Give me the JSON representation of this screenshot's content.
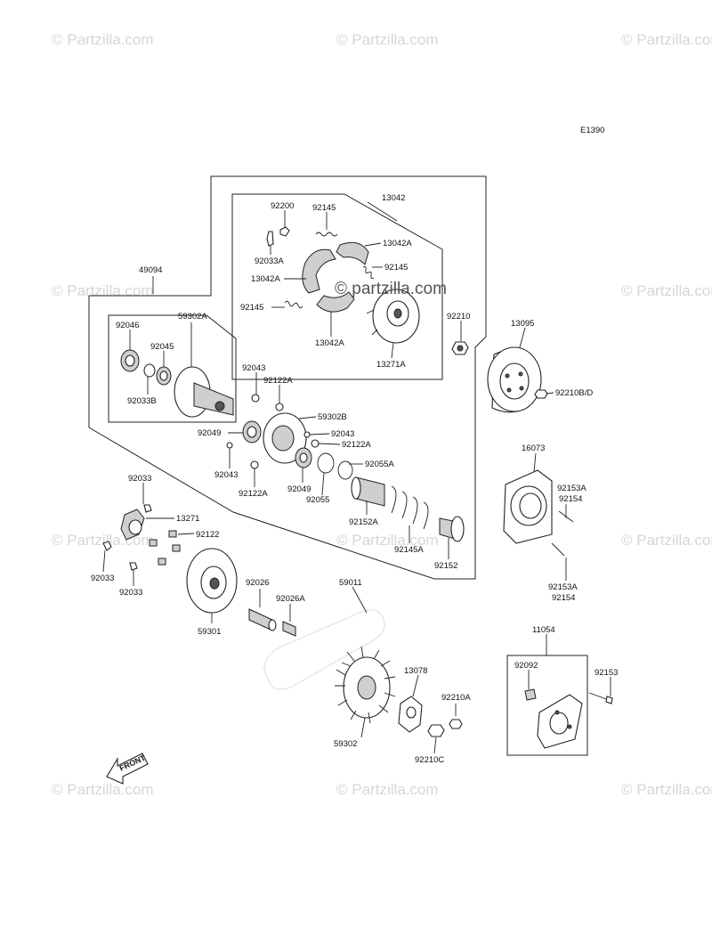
{
  "diagram_code": "E1390",
  "watermark": "© Partzilla.com",
  "watermark_center": "© partzilla.com",
  "front_label": "FRONT",
  "labels": {
    "l13042": "13042",
    "l92200": "92200",
    "l92145a": "92145",
    "l13042A_1": "13042A",
    "l92033A": "92033A",
    "l92145b": "92145",
    "l13042A_2": "13042A",
    "l92145c": "92145",
    "l13042A_3": "13042A",
    "l13271A": "13271A",
    "l49094": "49094",
    "l59302A": "59302A",
    "l92046": "92046",
    "l92045": "92045",
    "l92033B": "92033B",
    "l92043a": "92043",
    "l92122Aa": "92122A",
    "l59302B": "59302B",
    "l92049a": "92049",
    "l92043b": "92043",
    "l92122Ab": "92122A",
    "l92043c": "92043",
    "l92055A": "92055A",
    "l92122Ac": "92122A",
    "l92049b": "92049",
    "l92055": "92055",
    "l92152A": "92152A",
    "l92145A": "92145A",
    "l92152": "92152",
    "l92210": "92210",
    "l13095": "13095",
    "l92210BD": "92210B/D",
    "l16073": "16073",
    "l92153A_1": "92153A",
    "l92154_1": "92154",
    "l92153A_2": "92153A",
    "l92154_2": "92154",
    "l92033a": "92033",
    "l13271": "13271",
    "l92122": "92122",
    "l92033b": "92033",
    "l92033c": "92033",
    "l59301": "59301",
    "l92026": "92026",
    "l92026A": "92026A",
    "l59011": "59011",
    "l13078": "13078",
    "l92210A": "92210A",
    "l59302": "59302",
    "l92210C": "92210C",
    "l11054": "11054",
    "l92092": "92092",
    "l92153": "92153"
  }
}
